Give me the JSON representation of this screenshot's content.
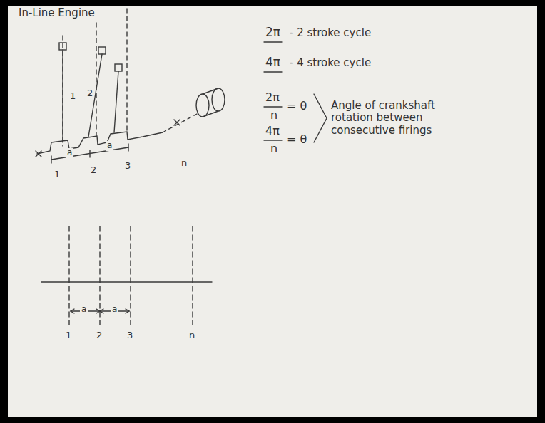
{
  "diagram": {
    "title": "In-Line Engine",
    "labels": [
      "1",
      "2",
      "a",
      "a",
      "1",
      "2",
      "3",
      "n",
      "a",
      "a",
      "1",
      "2",
      "3",
      "n",
      "2π",
      "- 2 stroke cycle",
      "4π",
      "- 4 stroke cycle",
      "2π",
      "n",
      "= θ",
      "4π",
      "n",
      "= θ",
      "Angle of crankshaft rotation between consecutive firings"
    ]
  }
}
